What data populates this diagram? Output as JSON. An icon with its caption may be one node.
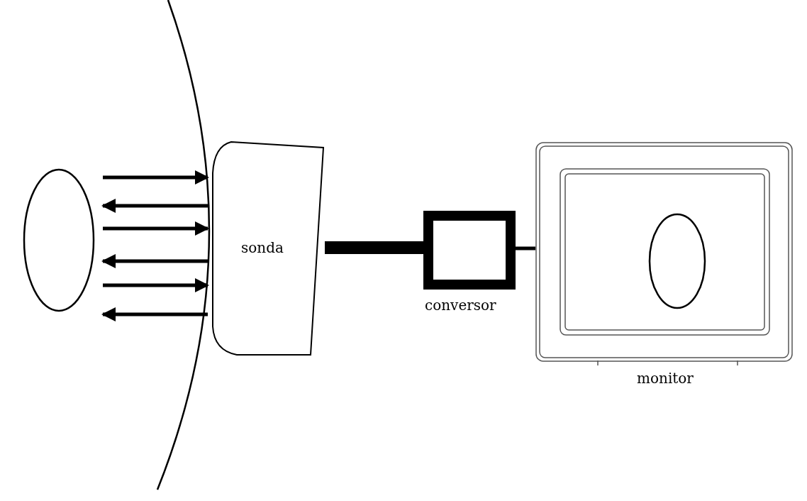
{
  "diagram": {
    "nodes": [
      {
        "text": [],
        "shape": "circle"
      },
      {
        "text": [
          "sonda"
        ]
      },
      {
        "text": [
          "conversor"
        ]
      },
      {
        "text": [
          "monitor"
        ]
      }
    ],
    "edges": [
      {
        "from": 0,
        "to": 1,
        "arrow": "to"
      },
      {
        "from": 1,
        "to": 0,
        "arrow": "to"
      },
      {
        "from": 0,
        "to": 1,
        "arrow": "to"
      },
      {
        "from": 1,
        "to": 0,
        "arrow": "to"
      },
      {
        "from": 0,
        "to": 1,
        "arrow": "to"
      },
      {
        "from": 1,
        "to": 0,
        "arrow": "to"
      },
      {
        "from": 1,
        "to": 2,
        "arrow": "none",
        "style": "thick"
      },
      {
        "from": 2,
        "to": 3,
        "arrow": "none"
      }
    ]
  }
}
